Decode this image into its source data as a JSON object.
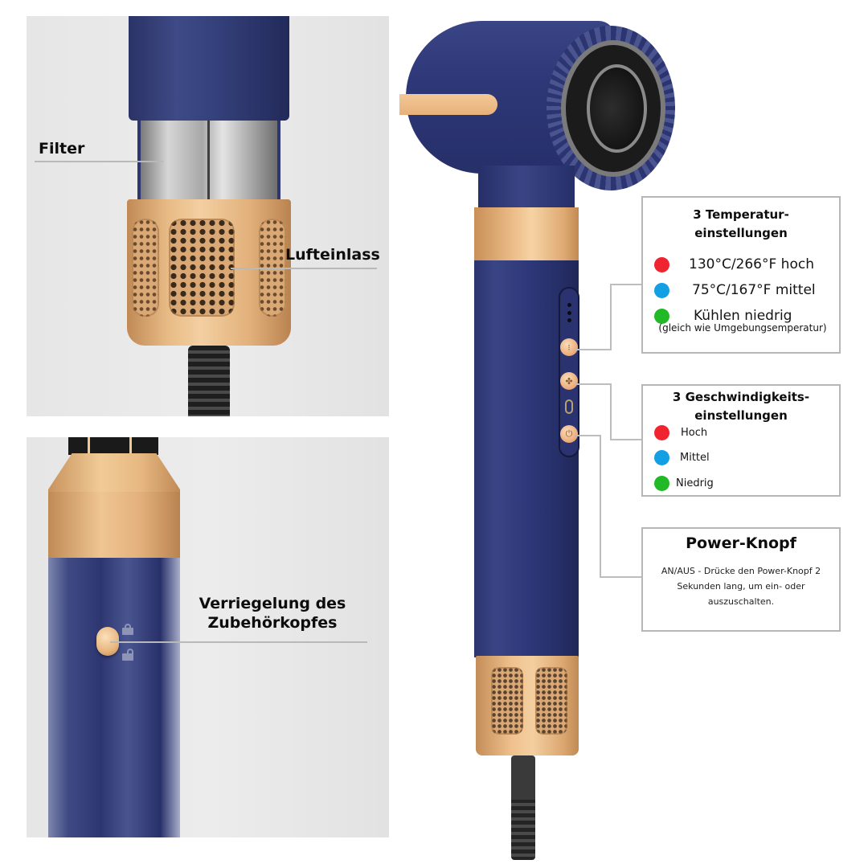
{
  "panels": {
    "top": {
      "labels": {
        "filter": "Filter",
        "air_inlet": "Lufteinlass"
      }
    },
    "bottom": {
      "labels": {
        "lock_line1": "Verriegelung des",
        "lock_line2": "Zubehörkopfes"
      },
      "icons": [
        "lock-closed-icon",
        "lock-open-icon"
      ]
    }
  },
  "dryer": {
    "buttons": [
      {
        "name": "temperature-button",
        "icon": "thermometer-icon",
        "glyph": "⁝"
      },
      {
        "name": "speed-button",
        "icon": "fan-icon",
        "glyph": "✤"
      },
      {
        "name": "power-button",
        "icon": "power-icon",
        "glyph": "⏻"
      }
    ],
    "colors": {
      "navy": "#2e3878",
      "gold": "#e8b67f"
    }
  },
  "info_boxes": {
    "temperature": {
      "title_line1": "3 Temperatur-",
      "title_line2": "einstellungen",
      "items": [
        {
          "label": "130°C/266°F hoch",
          "color": "#f0242f"
        },
        {
          "label": "75°C/167°F mittel",
          "color": "#129fe4"
        },
        {
          "label": "Kühlen niedrig",
          "color": "#22b927"
        }
      ],
      "note": "(gleich wie Umgebungsemperatur)"
    },
    "speed": {
      "title_line1": "3 Geschwindigkeits-",
      "title_line2": "einstellungen",
      "items": [
        {
          "label": "Hoch",
          "color": "#f0242f"
        },
        {
          "label": "Mittel",
          "color": "#129fe4"
        },
        {
          "label": "Niedrig",
          "color": "#22b927"
        }
      ]
    },
    "power": {
      "title": "Power-Knopf",
      "description": "AN/AUS - Drücke den Power-Knopf 2 Sekunden lang, um ein- oder auszuschalten."
    }
  }
}
